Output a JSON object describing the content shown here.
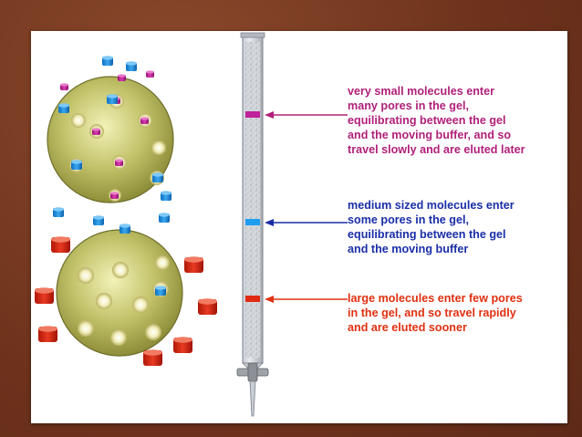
{
  "colors": {
    "small_molecule": "#c0209a",
    "medium_molecule": "#1e8fe0",
    "large_molecule": "#d42010",
    "bead": "#a8a848",
    "small_label": "#b0207a",
    "medium_label": "#1a2ea8",
    "large_label": "#e03010"
  },
  "captions": {
    "small": {
      "lines": [
        "very small molecules enter",
        "many pores in the gel,",
        "equilibrating between the gel",
        "and the moving buffer, and so",
        "travel slowly and are eluted later"
      ]
    },
    "medium": {
      "lines": [
        "medium sized molecules enter",
        "some pores in the gel,",
        "equilibrating between the gel",
        "and the moving buffer"
      ]
    },
    "large": {
      "lines": [
        "large molecules enter few pores",
        "in the gel, and so travel rapidly",
        "and are eluted sooner"
      ]
    }
  }
}
